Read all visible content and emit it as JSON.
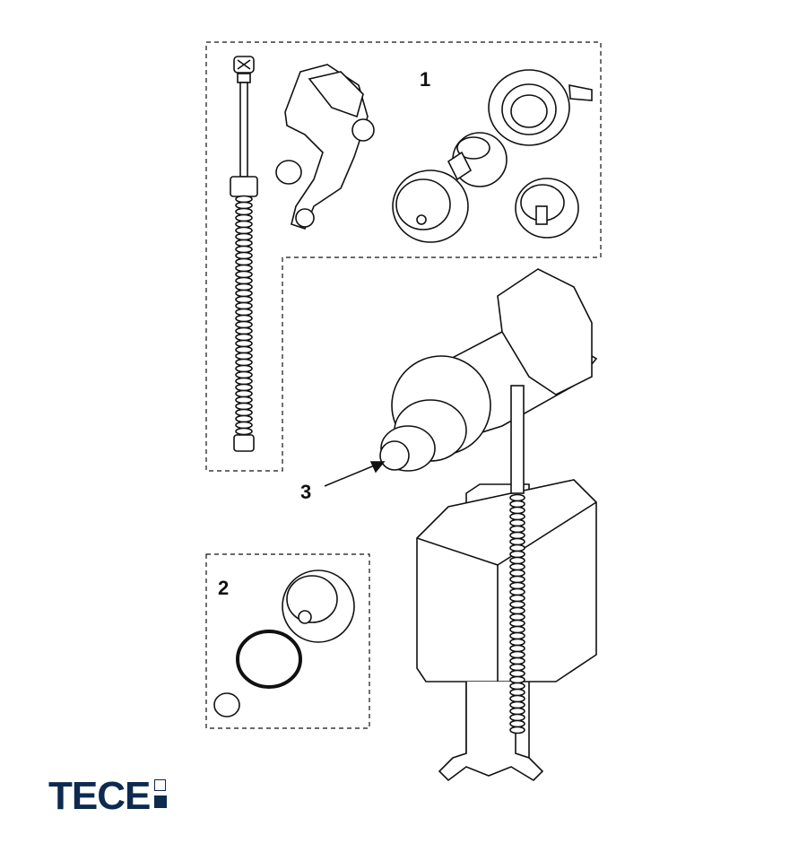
{
  "callouts": {
    "part1": "1",
    "part2": "2",
    "part3": "3"
  },
  "logo": {
    "text": "TECE",
    "color": "#0d2a4f"
  }
}
